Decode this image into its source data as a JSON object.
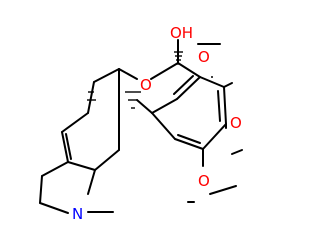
{
  "molecule": {
    "atoms": {
      "oh": "OH",
      "ring_o": "O",
      "n": "N",
      "ome1": "O",
      "ome2": "O",
      "ome3": "O"
    },
    "colors": {
      "bond": "#000000",
      "oxygen": "#ff0000",
      "nitrogen": "#0000ff",
      "background": "#ffffff"
    }
  }
}
